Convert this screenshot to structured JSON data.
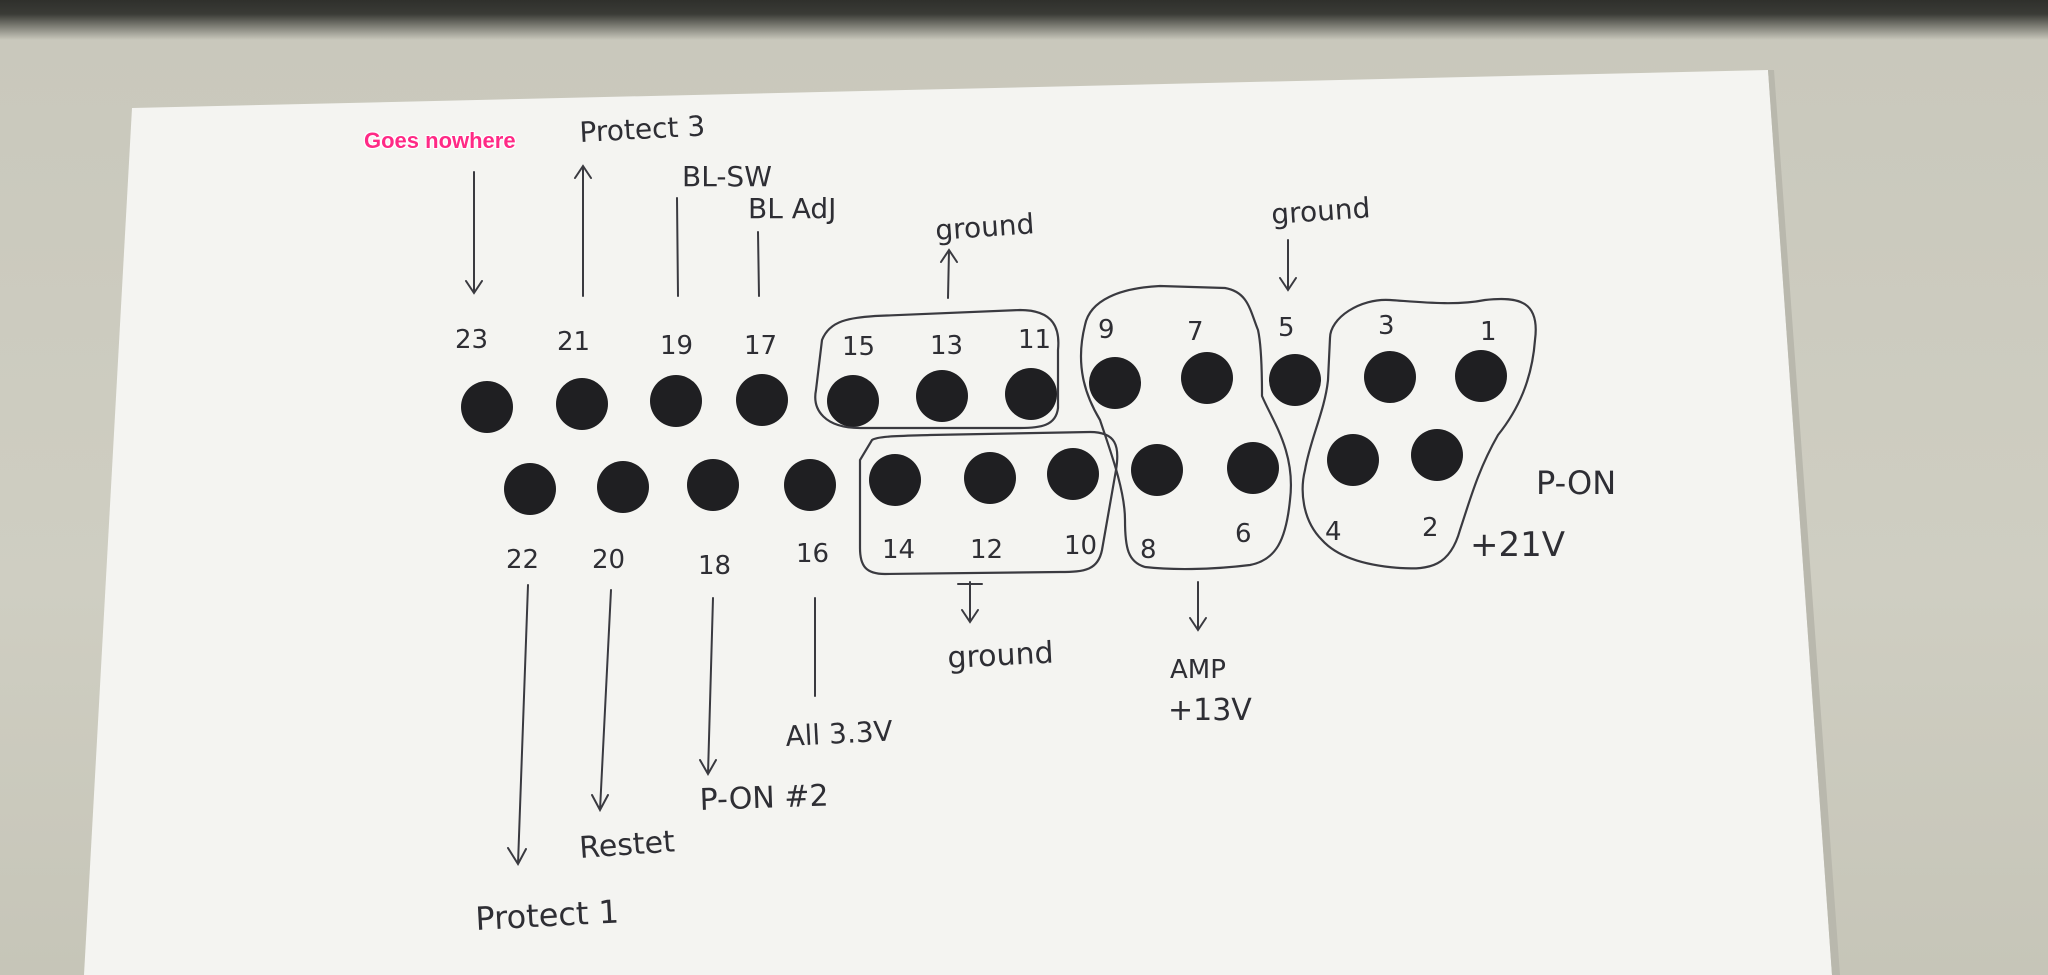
{
  "overlay": {
    "label": "Goes nowhere"
  },
  "pins": {
    "top_row": [
      "23",
      "21",
      "19",
      "17",
      "15",
      "13",
      "11",
      "9",
      "7",
      "5",
      "3",
      "1"
    ],
    "bottom_row": [
      "22",
      "20",
      "18",
      "16",
      "14",
      "12",
      "10",
      "8",
      "6",
      "4",
      "2"
    ]
  },
  "labels": {
    "protect3": "Protect 3",
    "bl_sw": "BL-SW",
    "bl_adj": "BL AdJ",
    "ground_top_left": "ground",
    "ground_top_right": "ground",
    "ground_bottom": "ground",
    "amp": "AMP",
    "amp_voltage": "+13V",
    "p_on": "P-ON",
    "p_on_voltage": "+21V",
    "all_33v": "All 3.3V",
    "p_on_2": "P-ON #2",
    "reset": "Restet",
    "protect1": "Protect 1"
  }
}
